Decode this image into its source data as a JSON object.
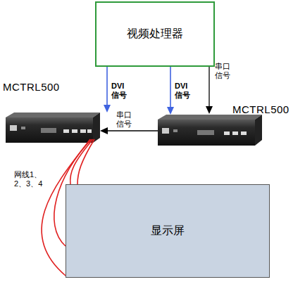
{
  "diagram": {
    "nodes": [
      {
        "text": [
          "视频处理器"
        ]
      },
      {
        "text": [
          "MCTRL500"
        ]
      },
      {
        "text": [
          "MCTRL500"
        ]
      },
      {
        "text": [
          "显示屏"
        ]
      }
    ],
    "edges": [
      {
        "from": 0,
        "to": 1,
        "arrow": "to",
        "label": "DVI 信号"
      },
      {
        "from": 0,
        "to": 2,
        "arrow": "to",
        "label": "DVI 信号"
      },
      {
        "from": 2,
        "to": 1,
        "arrow": "to",
        "label": "串口 信号"
      },
      {
        "from": 1,
        "to": 3,
        "arrow": "none"
      },
      {
        "from": 1,
        "to": 3,
        "arrow": "none"
      },
      {
        "from": 1,
        "to": 3,
        "arrow": "none"
      },
      {
        "from": 1,
        "to": 3,
        "arrow": "none"
      }
    ],
    "labels": [
      "串口 信号",
      "网线1、 2、3、4"
    ]
  }
}
